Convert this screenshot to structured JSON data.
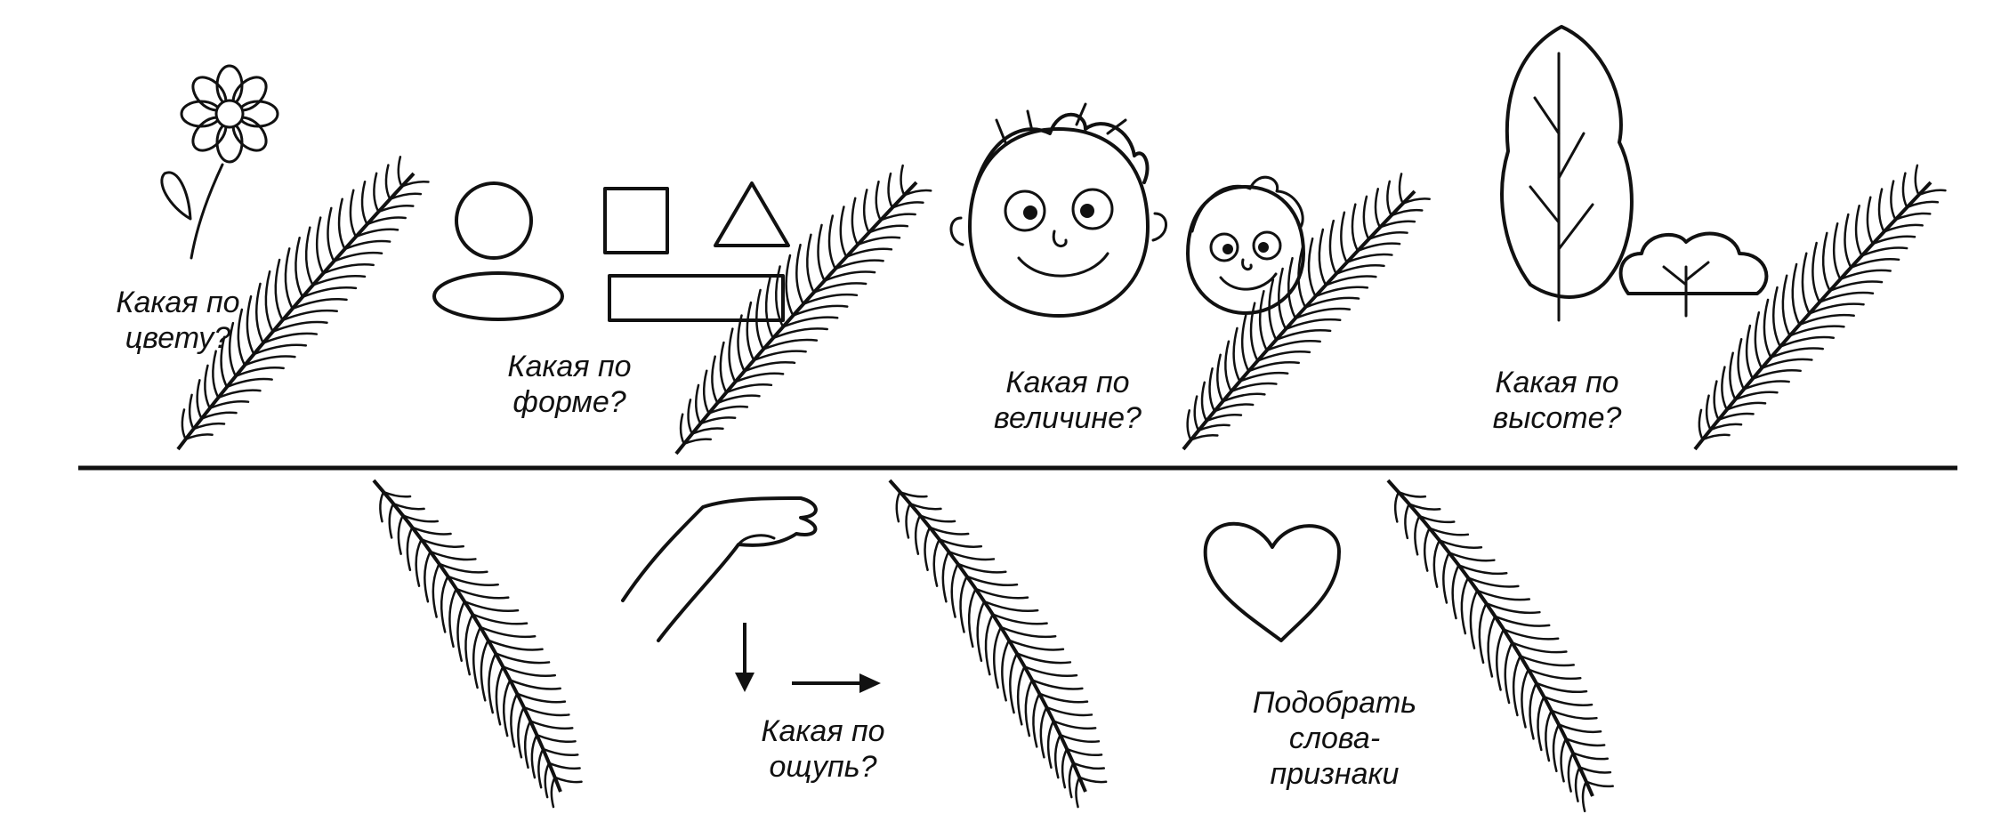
{
  "questions": {
    "color": "Какая по\nцвету?",
    "shape": "Какая по\nформе?",
    "size": "Какая по\nвеличине?",
    "height": "Какая по\nвысоте?",
    "touch": "Какая по\nощупь?",
    "attributes": "Подобрать\nслова-\nпризнаки"
  },
  "icons": {
    "color": "flower-icon",
    "shape": [
      "circle-icon",
      "square-icon",
      "triangle-icon",
      "oval-icon",
      "rectangle-icon"
    ],
    "size": [
      "big-boy-face-icon",
      "small-boy-face-icon"
    ],
    "height": [
      "tall-tree-icon",
      "bush-icon"
    ],
    "touch": [
      "hand-icon",
      "down-arrow-icon",
      "right-arrow-icon"
    ],
    "attributes": "heart-icon"
  },
  "colors": {
    "ink": "#111111",
    "background": "#ffffff"
  }
}
